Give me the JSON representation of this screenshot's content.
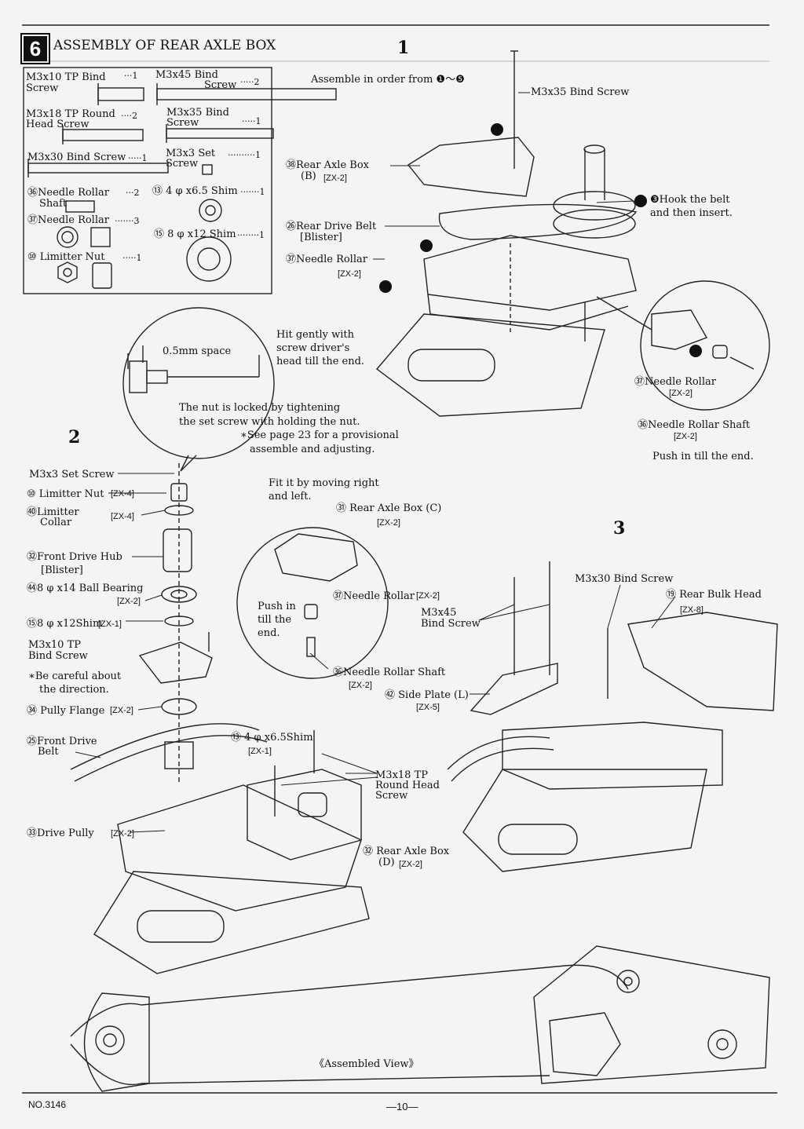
{
  "header": {
    "section_number": "6",
    "title": "ASSEMBLY OF REAR AXLE BOX"
  },
  "steps": {
    "step1": "1",
    "step2": "2",
    "step3": "3"
  },
  "parts_box": {
    "p1_name": "M3x10  TP  Bind",
    "p1_name2": "Screw",
    "p1_qty": "···1",
    "p2_name": "M3x45  Bind",
    "p2_name2": "Screw",
    "p2_qty": "·····2",
    "p3_name": "M3x18  TP  Round",
    "p3_name2": "Head  Screw",
    "p3_qty": "····2",
    "p4_name": "M3x35  Bind",
    "p4_name2": "Screw",
    "p4_qty": "·····1",
    "p5_name": "M3x30  Bind  Screw",
    "p5_qty": "·····1",
    "p6_name": "M3x3  Set",
    "p6_name2": "Screw",
    "p6_qty": "··········1",
    "p7_name": "㊱Needle  Rollar",
    "p7_name2": "Shaft",
    "p7_qty": "···2",
    "p8_name": "⑬ 4 φ x6.5  Shim",
    "p8_qty": "·······1",
    "p9_name": "㊲Needle  Rollar",
    "p9_qty": "·······3",
    "p10_name": "⑮ 8 φ x12  Shim",
    "p10_qty": "········1",
    "p11_name": "⑩ Limitter  Nut",
    "p11_qty": "·····1"
  },
  "step1": {
    "assemble_order": "Assemble  in  order  from ❶～❺",
    "m3x35": "M3x35  Bind  Screw",
    "rear_axle_box_b": "㊳Rear  Axle  Box",
    "rear_axle_box_b2": "(B)",
    "rear_axle_box_b_code": "[ZX-2]",
    "hook_belt": "❸Hook  the  belt",
    "hook_belt2": "and  then  insert.",
    "rear_drive_belt": "㉖Rear  Drive  Belt",
    "rear_drive_belt2": "[Blister]",
    "needle_rollar": "㊲Needle  Rollar",
    "needle_rollar_code": "[ZX-2]",
    "hit_gently": "Hit  gently  with",
    "hit_gently2": "screw  driver's",
    "hit_gently3": "head  till  the  end.",
    "needle_rollar_r": "㊲Needle  Rollar",
    "needle_rollar_r_code": "[ZX-2]",
    "needle_shaft_r": "㊱Needle  Rollar  Shaft",
    "needle_shaft_r_code": "[ZX-2]",
    "push_in": "Push  in  till  the  end.",
    "n1": "❶",
    "n2": "❷",
    "n4": "❹",
    "n5": "❺"
  },
  "step2": {
    "space": "0.5mm  space",
    "nut_locked": "The  nut  is  locked  by  tightening",
    "nut_locked2": "the  set  screw  with  holding  the  nut.",
    "see_page": "∗See  page  23  for  a  provisional",
    "see_page2": "assemble  and  adjusting.",
    "set_screw": "M3x3  Set  Screw",
    "limitter_nut": "⑩ Limitter  Nut",
    "limitter_nut_code": "[ZX-4]",
    "limitter_collar": "㊵Limitter",
    "limitter_collar2": "Collar",
    "limitter_collar_code": "[ZX-4]",
    "fit_it": "Fit  it  by  moving  right",
    "fit_it2": "and  left.",
    "front_drive_hub": "㉜Front  Drive  Hub",
    "front_drive_hub2": "[Blister]",
    "ball_bearing": "㊹8 φ x14  Ball  Bearing",
    "ball_bearing_code": "[ZX-2]",
    "shim8": "⑮8 φ x12Shim",
    "shim8_code": "[ZX-1]",
    "m3x10": "M3x10  TP",
    "m3x10_2": "Bind  Screw",
    "careful": "∗Be  careful  about",
    "careful2": "the  direction.",
    "pully_flange": "㉞ Pully  Flange",
    "pully_flange_code": "[ZX-2]",
    "front_drive_belt": "㉕Front  Drive",
    "front_drive_belt2": "Belt",
    "drive_pully": "㉝Drive  Pully",
    "drive_pully_code": "[ZX-2]",
    "shim4": "⑬ 4 φ x6.5Shim",
    "shim4_code": "[ZX-1]",
    "m3x18": "M3x18  TP",
    "m3x18_2": "Round  Head",
    "m3x18_3": "Screw",
    "rear_axle_box_c": "㉛ Rear  Axle  Box  (C)",
    "rear_axle_box_c_code": "[ZX-2]",
    "needle_rollar_c": "㊲Needle  Rollar",
    "needle_rollar_c_code": "[ZX-2]",
    "push_in_c": "Push  in",
    "push_in_c2": "till  the",
    "push_in_c3": "end.",
    "needle_shaft_c": "㊱Needle  Rollar  Shaft",
    "needle_shaft_c_code": "[ZX-2]",
    "side_plate": "㊷ Side  Plate  (L)",
    "side_plate_code": "[ZX-5]",
    "rear_axle_box_d": "㉜ Rear  Axle  Box",
    "rear_axle_box_d2": "(D)",
    "rear_axle_box_d_code": "[ZX-2]"
  },
  "step3": {
    "m3x30": "M3x30  Bind  Screw",
    "m3x45": "M3x45",
    "m3x45_2": "Bind  Screw",
    "rear_bulk_head": "⑲ Rear  Bulk  Head",
    "rear_bulk_head_code": "[ZX-8]"
  },
  "assembled_view": "《Assembled  View》",
  "footer": {
    "doc_no": "NO.3146",
    "page": "—10—"
  }
}
